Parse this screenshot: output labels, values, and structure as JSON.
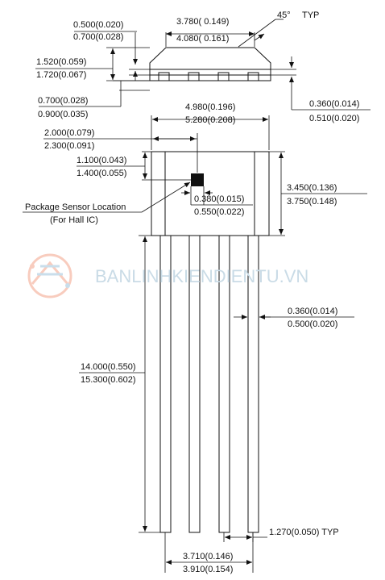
{
  "dims": {
    "top_w_min": "3.780( 0.149)",
    "top_w_max": "4.080( 0.161)",
    "angle": "45°",
    "angle_typ": "TYP",
    "lead_thk_min": "0.500(0.020)",
    "lead_thk_max": "0.700(0.028)",
    "body_h_min": "1.520(0.059)",
    "body_h_max": "1.720(0.067)",
    "standoff_min": "0.700(0.028)",
    "standoff_max": "0.900(0.035)",
    "side_lead_min": "0.360(0.014)",
    "side_lead_max": "0.510(0.020)",
    "body_w_min": "4.980(0.196)",
    "body_w_max": "5.280(0.208)",
    "sensor_x_min": "2.000(0.079)",
    "sensor_x_max": "2.300(0.091)",
    "sensor_y_min": "1.100(0.043)",
    "sensor_y_max": "1.400(0.055)",
    "body_len_min": "3.450(0.136)",
    "body_len_max": "3.750(0.148)",
    "sensor_sz_min": "0.380(0.015)",
    "sensor_sz_max": "0.550(0.022)",
    "sensor_label": "Package Sensor Location",
    "sensor_sub": "(For Hall IC)",
    "lead_w_min": "0.360(0.014)",
    "lead_w_max": "0.500(0.020)",
    "lead_len_min": "14.000(0.550)",
    "lead_len_max": "15.300(0.602)",
    "pitch": "1.270(0.050) TYP",
    "span_min": "3.710(0.146)",
    "span_max": "3.910(0.154)"
  },
  "watermark": "BANLINHKIENDIENTU.VN"
}
